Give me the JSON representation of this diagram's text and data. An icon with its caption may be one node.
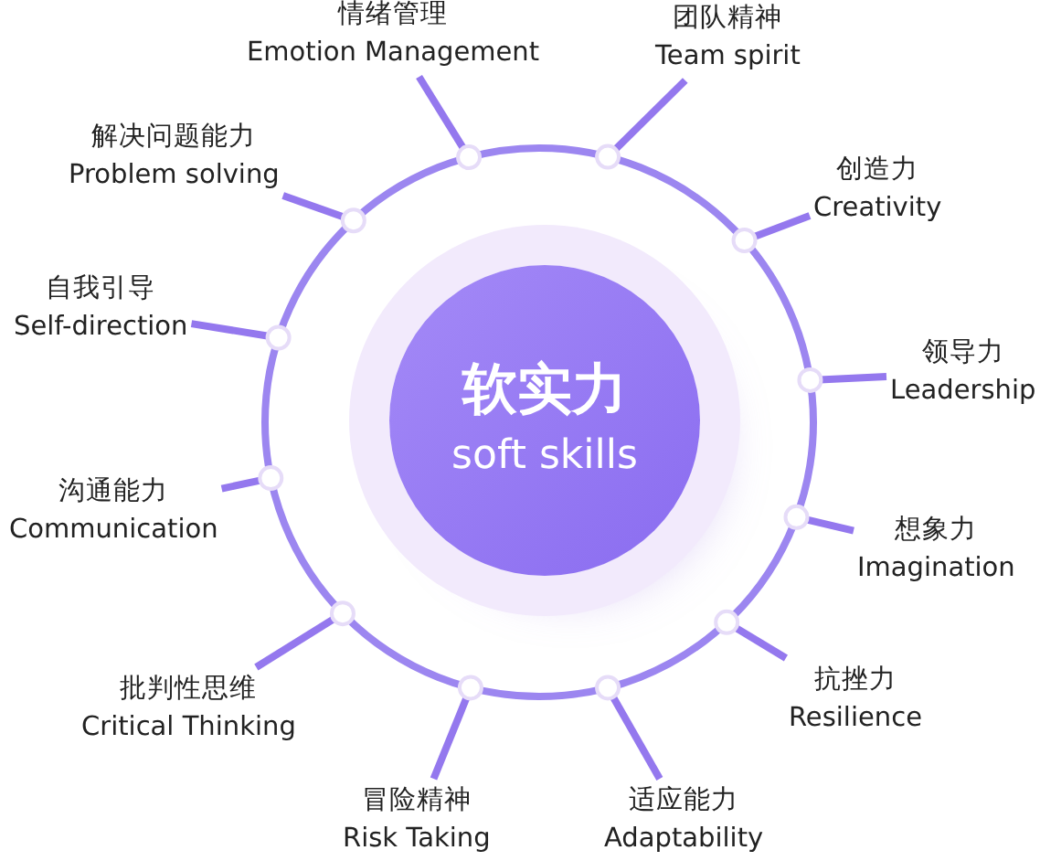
{
  "diagram": {
    "nodes": [
      {
        "text": [],
        "shape": "circle"
      },
      {
        "text": [
          "软实力",
          "soft skills"
        ],
        "in": 0
      },
      {
        "text": [
          "情绪管理",
          "Emotion Management"
        ]
      },
      {
        "text": [
          "团队精神",
          "Team spirit"
        ]
      },
      {
        "text": [
          "创造力",
          "Creativity"
        ]
      },
      {
        "text": [
          "领导力",
          "Leadership"
        ]
      },
      {
        "text": [
          "想象力",
          "Imagination"
        ]
      },
      {
        "text": [
          "抗挫力",
          "Resilience"
        ]
      },
      {
        "text": [
          "适应能力",
          "Adaptability"
        ]
      },
      {
        "text": [
          "冒险精神",
          "Risk Taking"
        ]
      },
      {
        "text": [
          "批判性思维",
          "Critical Thinking"
        ]
      },
      {
        "text": [
          "沟通能力",
          "Communication"
        ]
      },
      {
        "text": [
          "自我引导",
          "Self-direction"
        ]
      },
      {
        "text": [
          "解决问题能力",
          "Problem solving"
        ]
      }
    ],
    "edges": [
      {
        "from": 2,
        "to": 0,
        "arrow": "none"
      },
      {
        "from": 3,
        "to": 0,
        "arrow": "none"
      },
      {
        "from": 4,
        "to": 0,
        "arrow": "none"
      },
      {
        "from": 5,
        "to": 0,
        "arrow": "none"
      },
      {
        "from": 6,
        "to": 0,
        "arrow": "none"
      },
      {
        "from": 7,
        "to": 0,
        "arrow": "none"
      },
      {
        "from": 8,
        "to": 0,
        "arrow": "none"
      },
      {
        "from": 9,
        "to": 0,
        "arrow": "none"
      },
      {
        "from": 10,
        "to": 0,
        "arrow": "none"
      },
      {
        "from": 11,
        "to": 0,
        "arrow": "none"
      },
      {
        "from": 12,
        "to": 0,
        "arrow": "none"
      },
      {
        "from": 13,
        "to": 0,
        "arrow": "none"
      }
    ]
  }
}
